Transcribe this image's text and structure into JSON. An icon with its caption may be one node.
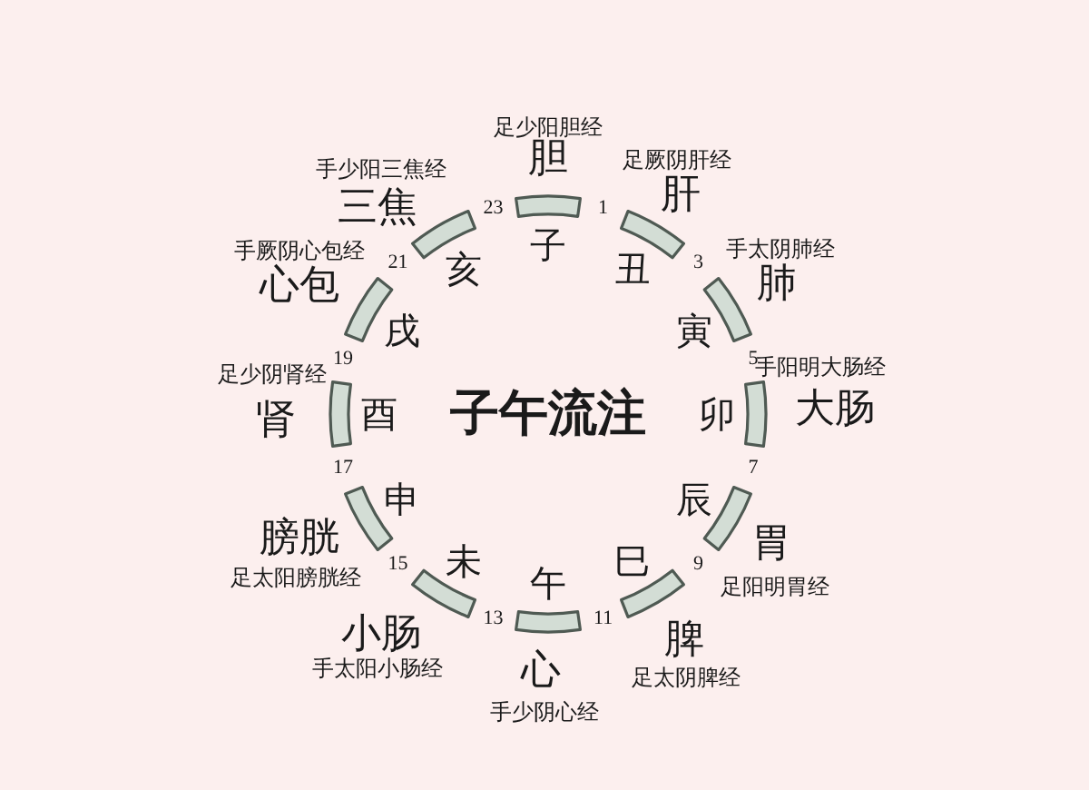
{
  "diagram": {
    "title": "子午流注",
    "labels": [
      "足少阳胆经",
      "胆",
      "子",
      "1",
      "足厥阴肝经",
      "肝",
      "丑",
      "3",
      "手太阴肺经",
      "肺",
      "寅",
      "5",
      "手阳明大肠经",
      "大肠",
      "卯",
      "7",
      "足阳明胃经",
      "胃",
      "辰",
      "9",
      "足太阴脾经",
      "脾",
      "巳",
      "11",
      "手少阴心经",
      "心",
      "午",
      "13",
      "手太阳小肠经",
      "小肠",
      "未",
      "15",
      "足太阳膀胱经",
      "膀胱",
      "申",
      "17",
      "足少阴肾经",
      "肾",
      "酉",
      "19",
      "手厥阴心包经",
      "心包",
      "戌",
      "21",
      "手少阳三焦经",
      "三焦",
      "亥",
      "23"
    ]
  }
}
